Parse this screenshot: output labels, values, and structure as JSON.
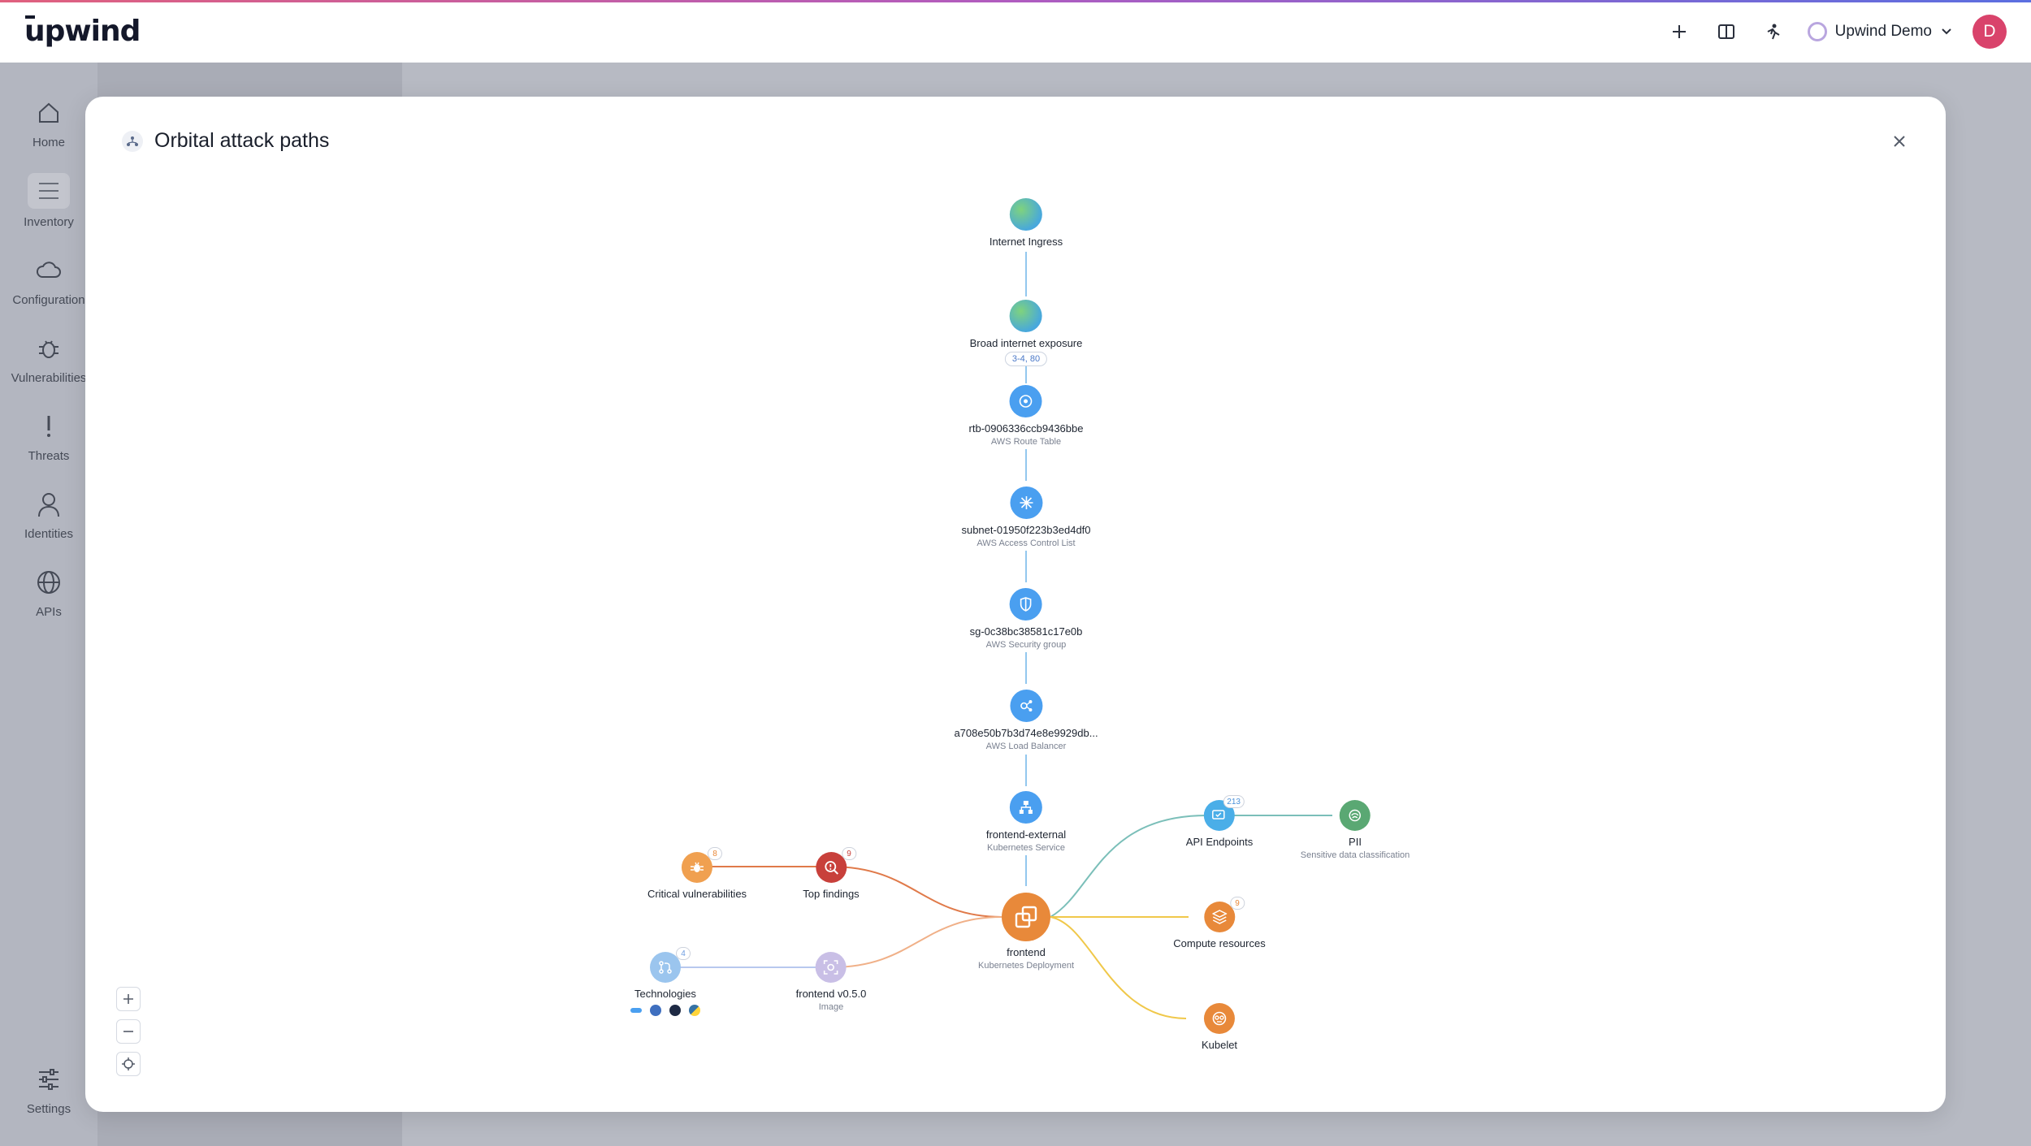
{
  "app": {
    "logo": "upwind",
    "workspace": "Upwind Demo",
    "avatar_initial": "D"
  },
  "sidebar": {
    "items": [
      {
        "label": "Home",
        "icon": "home-icon"
      },
      {
        "label": "Inventory",
        "icon": "inventory-icon"
      },
      {
        "label": "Configuration",
        "icon": "cloud-icon"
      },
      {
        "label": "Vulnerabilities",
        "icon": "bug-icon"
      },
      {
        "label": "Threats",
        "icon": "exclamation-icon"
      },
      {
        "label": "Identities",
        "icon": "user-icon"
      },
      {
        "label": "APIs",
        "icon": "globe-icon"
      }
    ],
    "settings": {
      "label": "Settings",
      "icon": "sliders-icon"
    }
  },
  "modal": {
    "title": "Orbital attack paths",
    "nodes": {
      "internet_ingress": {
        "name": "Internet Ingress"
      },
      "broad_exposure": {
        "name": "Broad internet exposure",
        "ports": "3-4, 80"
      },
      "route_table": {
        "name": "rtb-0906336ccb9436bbe",
        "sub": "AWS Route Table"
      },
      "subnet": {
        "name": "subnet-01950f223b3ed4df0",
        "sub": "AWS Access Control List"
      },
      "security_group": {
        "name": "sg-0c38bc38581c17e0b",
        "sub": "AWS Security group"
      },
      "load_balancer": {
        "name": "a708e50b7b3d74e8e9929db...",
        "sub": "AWS Load Balancer"
      },
      "service": {
        "name": "frontend-external",
        "sub": "Kubernetes Service"
      },
      "deployment": {
        "name": "frontend",
        "sub": "Kubernetes Deployment"
      },
      "critical_vulns": {
        "name": "Critical vulnerabilities",
        "badge": "8"
      },
      "top_findings": {
        "name": "Top findings",
        "badge": "9"
      },
      "technologies": {
        "name": "Technologies",
        "badge": "4"
      },
      "image": {
        "name": "frontend v0.5.0",
        "sub": "Image"
      },
      "api_endpoints": {
        "name": "API Endpoints",
        "badge": "213"
      },
      "pii": {
        "name": "PII",
        "sub": "Sensitive data classification"
      },
      "compute": {
        "name": "Compute resources",
        "badge": "9"
      },
      "kubelet": {
        "name": "Kubelet"
      }
    }
  },
  "colors": {
    "blue_node": "#4a9ff0",
    "orange_node": "#e8893a",
    "red_node": "#c8403b",
    "green_node": "#5aa873",
    "lavender_node": "#c9bfe6",
    "light_blue_node": "#9bc5ee",
    "edge_blue": "#93c7ee",
    "edge_orange": "#e07a4a",
    "edge_yellow": "#f0c84a",
    "edge_teal": "#7bbfb9"
  }
}
